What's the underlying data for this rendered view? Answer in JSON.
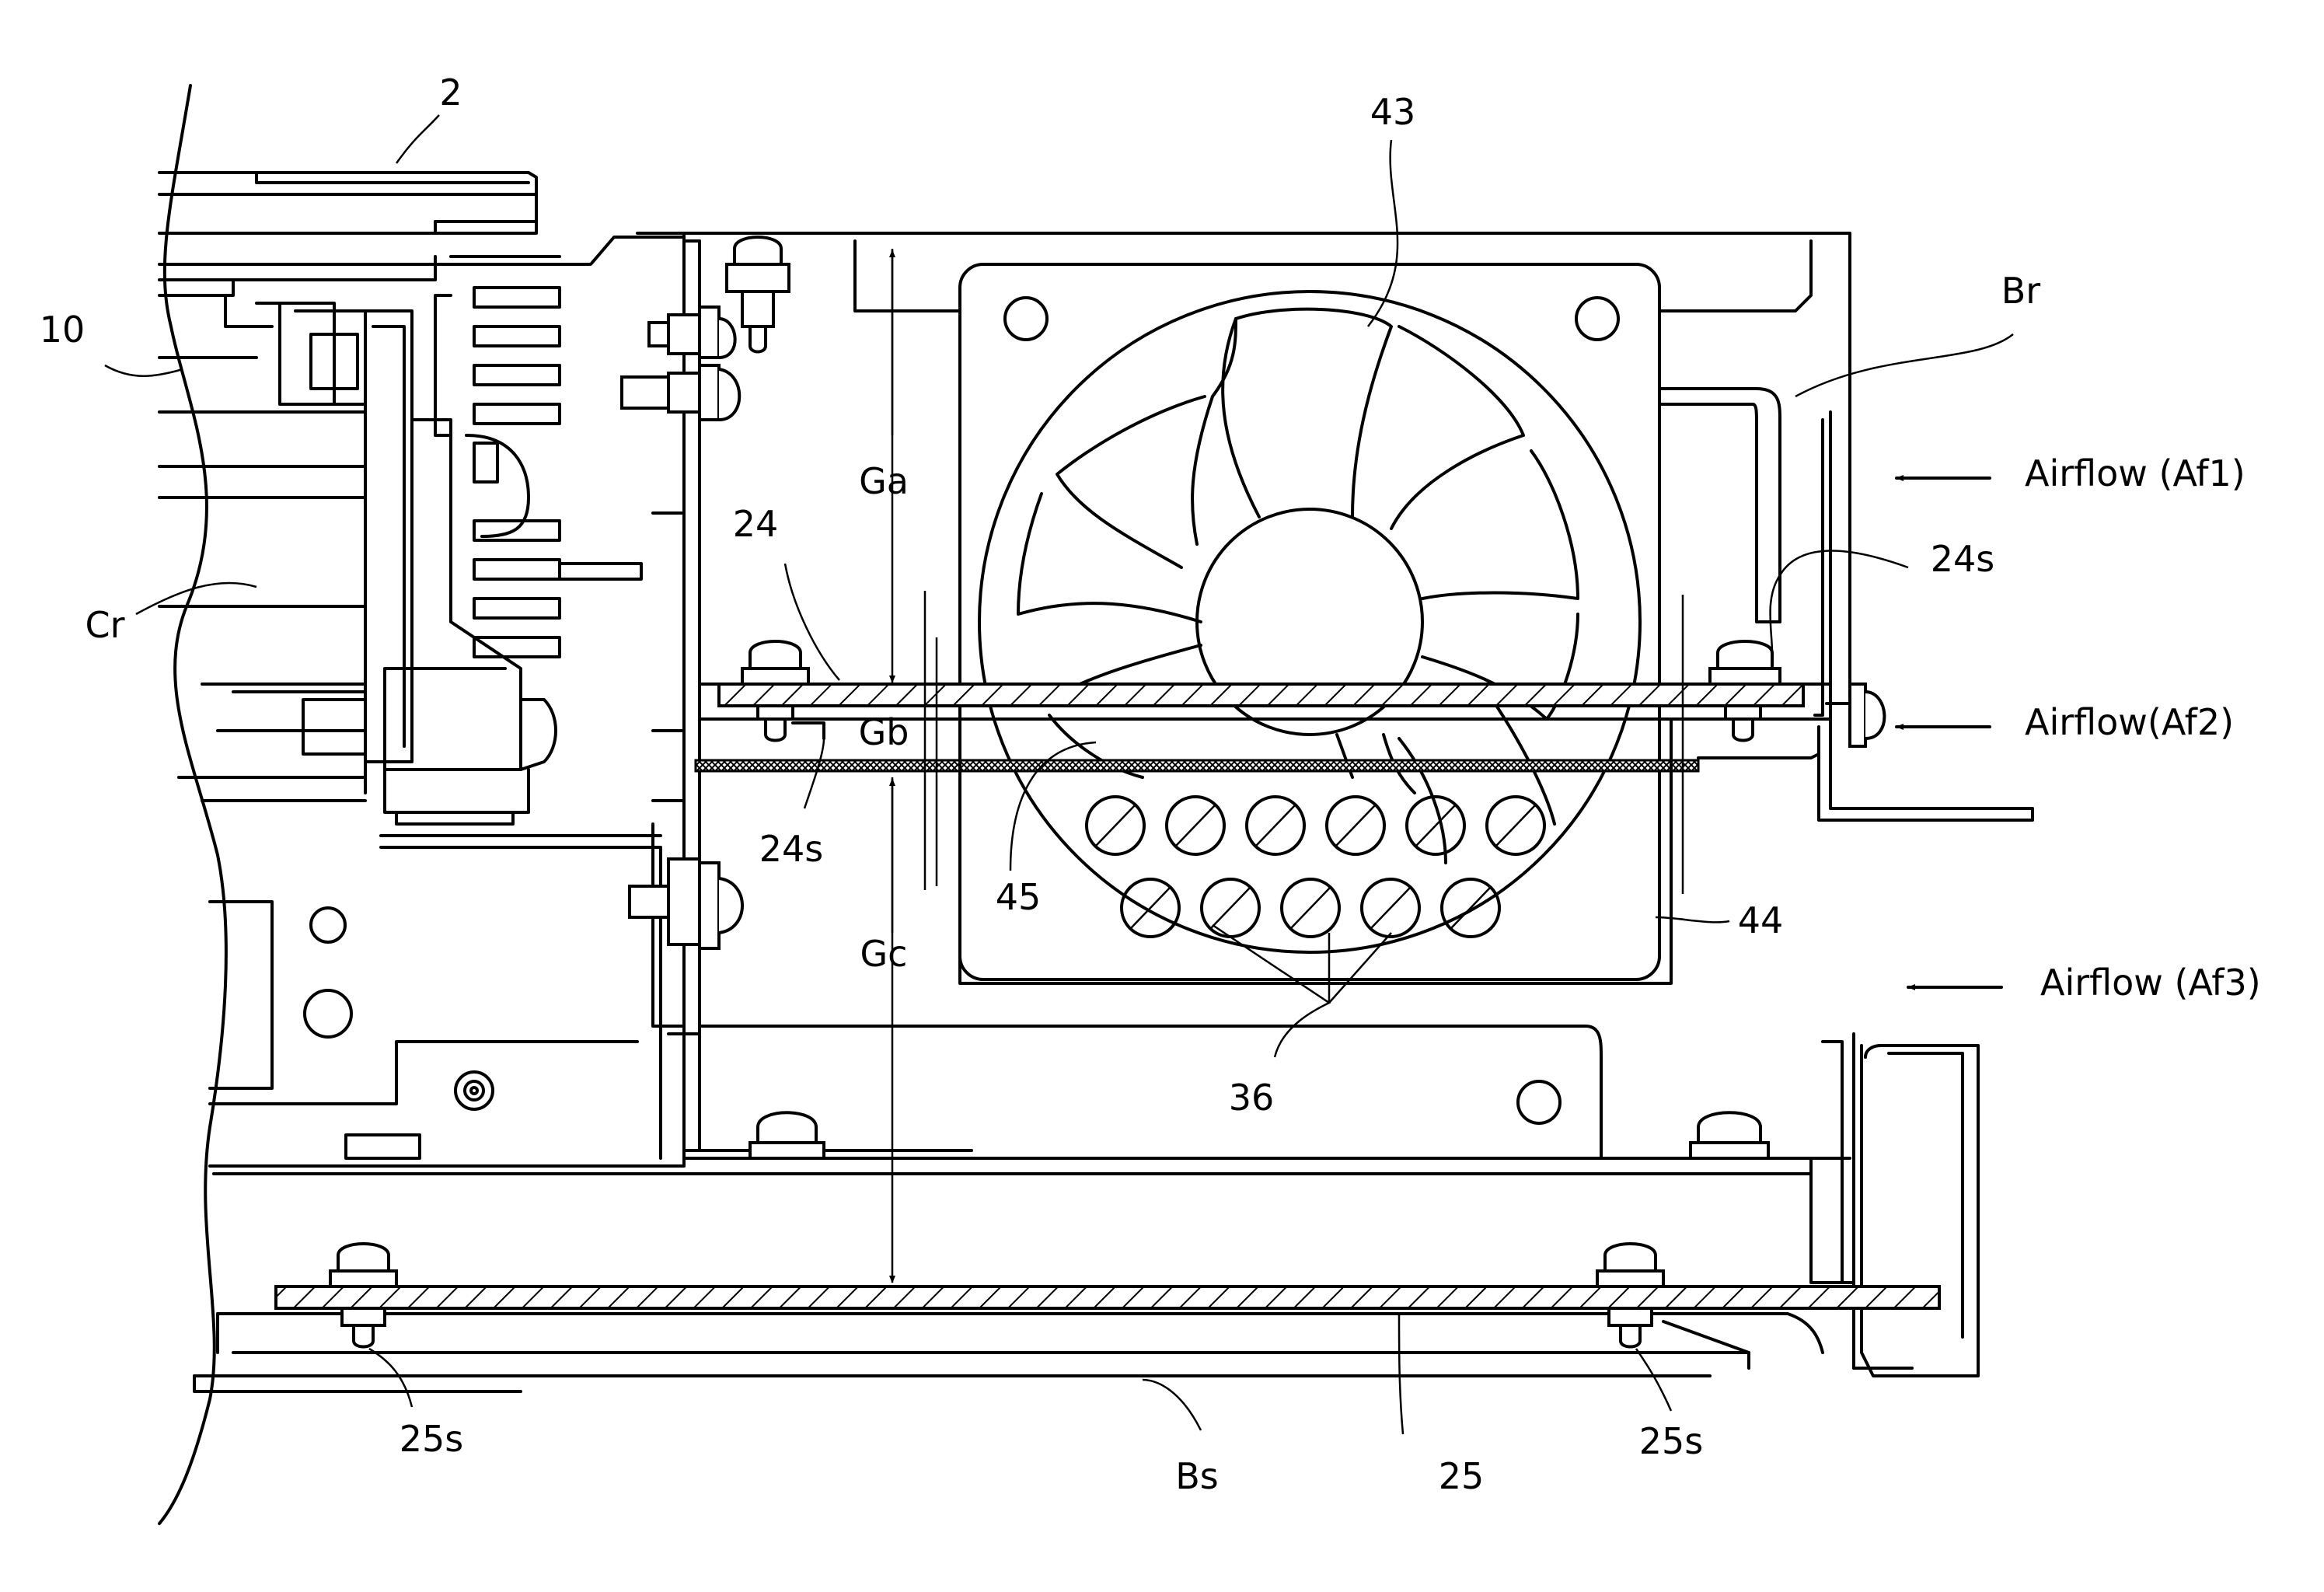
{
  "labels": {
    "n2": "2",
    "n10": "10",
    "n43": "43",
    "br": "Br",
    "cr": "Cr",
    "ga": "Ga",
    "gb": "Gb",
    "gc": "Gc",
    "n24": "24",
    "n24s_left": "24s",
    "n24s_right": "24s",
    "n44": "44",
    "n45": "45",
    "n36": "36",
    "n25": "25",
    "n25s_left": "25s",
    "n25s_right": "25s",
    "bs": "Bs"
  },
  "airflows": {
    "af1": "Airflow (Af1)",
    "af2": "Airflow(Af2)",
    "af3": "Airflow (Af3)"
  }
}
